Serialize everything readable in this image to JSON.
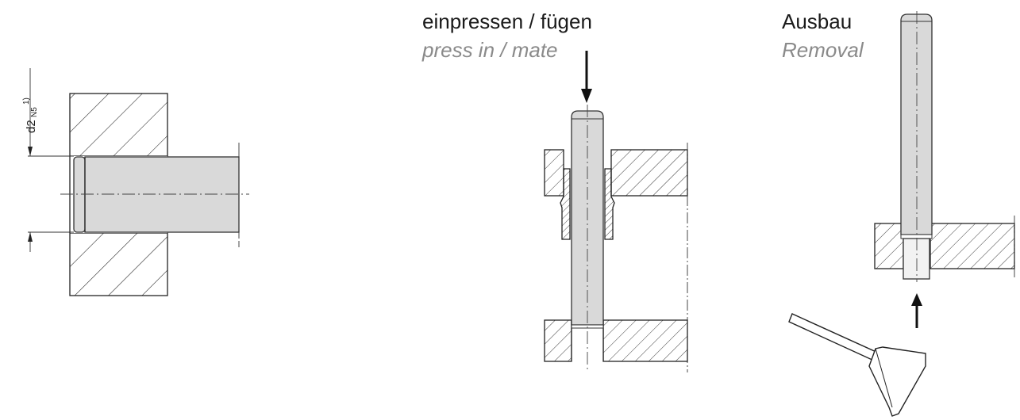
{
  "labels": {
    "press_in_de": "einpressen / fügen",
    "press_in_en": "press in / mate",
    "removal_de": "Ausbau",
    "removal_en": "Removal"
  },
  "dimension": {
    "main": "d2",
    "subscript": "N5",
    "footnote": "1)"
  }
}
